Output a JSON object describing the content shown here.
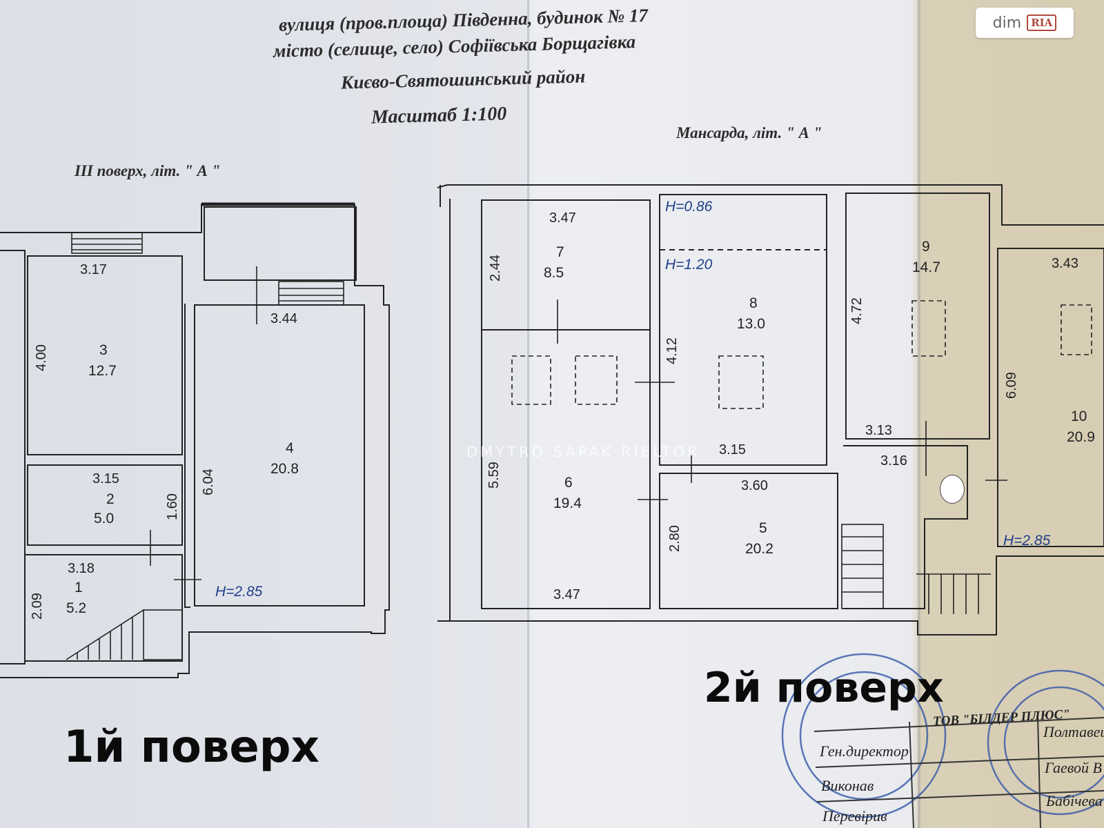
{
  "header": {
    "street_line": "вулиця (пров.площа) Південна, будинок № 17",
    "city_line": "місто (селище, село)  Софіївська Борщагівка",
    "district_line": "Києво-Святошинський район",
    "scale_line": "Масштаб 1:100"
  },
  "plan_left": {
    "title": "III  поверх, літ. \" А \"",
    "rooms": [
      {
        "number": "1",
        "area": "5.2"
      },
      {
        "number": "2",
        "area": "5.0"
      },
      {
        "number": "3",
        "area": "12.7"
      },
      {
        "number": "4",
        "area": "20.8"
      }
    ],
    "dimensions": [
      "3.17",
      "4.00",
      "3.44",
      "6.04",
      "3.15",
      "1.60",
      "3.18",
      "2.09"
    ],
    "ceiling_height": "H=2.85"
  },
  "plan_right": {
    "title": "Мансарда, літ. \" А \"",
    "rooms": [
      {
        "number": "5",
        "area": "20.2"
      },
      {
        "number": "6",
        "area": "19.4"
      },
      {
        "number": "7",
        "area": "8.5"
      },
      {
        "number": "8",
        "area": "13.0"
      },
      {
        "number": "9",
        "area": "14.7"
      },
      {
        "number": "10",
        "area": "20.9"
      }
    ],
    "dimensions": [
      "3.47",
      "2.44",
      "4.12",
      "3.15",
      "5.59",
      "3.60",
      "2.80",
      "3.47",
      "4.72",
      "3.13",
      "3.16",
      "3.43",
      "6.09"
    ],
    "heights": [
      "H=0.86",
      "H=1.20",
      "H=2.85"
    ]
  },
  "floor_labels": {
    "first": "1й поверх",
    "second": "2й поверх"
  },
  "watermark": {
    "text": "DMYTRO SAPAK RIELTOR"
  },
  "logo": {
    "word": "dim",
    "mark": "RIA"
  },
  "stamp": {
    "company": "ТОВ \"БІЛДЕР ПЛЮС\"",
    "rows": [
      "Ген.директор",
      "Виконав",
      "Перевірив"
    ],
    "names": [
      "Полтавец",
      "Гаевой В",
      "Бабічева"
    ]
  },
  "colors": {
    "paper": "#e4e6ec",
    "ink": "#222222",
    "blue_ink": "#1f3f8a",
    "stamp_blue": "#3558a8"
  }
}
